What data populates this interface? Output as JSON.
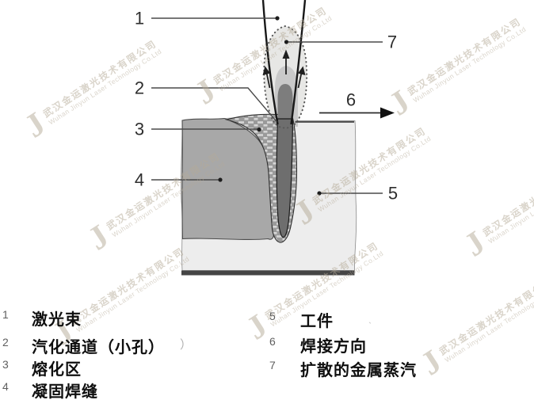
{
  "diagram": {
    "numbers": {
      "n1": "1",
      "n2": "2",
      "n3": "3",
      "n4": "4",
      "n5": "5",
      "n6": "6",
      "n7": "7"
    },
    "colors": {
      "workpiece": "#ededed",
      "solidified_weld": "#a8a8a8",
      "melt_zone_base": "#9a9a9a",
      "melt_zone_brick": "#d6d6d6",
      "keyhole": "#6e6e6e",
      "vapor_plume_inner": "#c9c9c9",
      "vapor_plume_outer": "#e7e7e5",
      "laser_beam": "#181818",
      "base_strip": "#454545"
    }
  },
  "legend": {
    "left": [
      {
        "num": "1",
        "label": "激光束"
      },
      {
        "num": "2",
        "label": "汽化通道（小孔）"
      },
      {
        "num": "3",
        "label": "熔化区"
      },
      {
        "num": "4",
        "label": "凝固焊缝"
      }
    ],
    "right": [
      {
        "num": "5",
        "label": "工件"
      },
      {
        "num": "6",
        "label": "焊接方向"
      },
      {
        "num": "7",
        "label": "扩散的金属蒸汽"
      }
    ],
    "stray_mark": "）",
    "faint_tick": "ˎ"
  },
  "watermark": {
    "letter": "J",
    "line1": "武汉金运激光技术有限公司",
    "line2": "Wuhan Jinyun Laser Technology Co.Ltd"
  }
}
